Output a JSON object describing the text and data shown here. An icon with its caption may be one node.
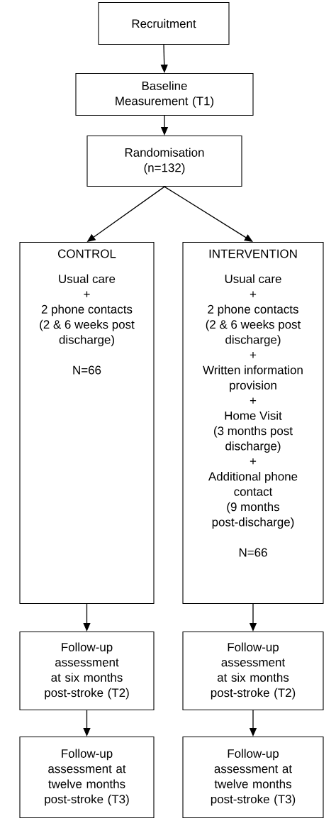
{
  "diagram": {
    "nodes": [
      {
        "text": [
          "Recruitment"
        ]
      },
      {
        "text": [
          "Baseline Measurement (T1)"
        ]
      },
      {
        "text": [
          "Randomisation (n=132)"
        ]
      },
      {
        "text": [
          "CONTROL",
          "Usual care",
          "+",
          "2 phone contacts",
          "(2 & 6 weeks post discharge)",
          "N=66"
        ]
      },
      {
        "text": [
          "INTERVENTION",
          "Usual care",
          "+",
          "2 phone contacts",
          "(2 & 6 weeks post discharge)",
          "+",
          "Written information provision",
          "+",
          "Home Visit",
          "(3 months post discharge)",
          "+",
          "Additional phone contact",
          "(9 months post-discharge)",
          "N=66"
        ]
      },
      {
        "text": [
          "Follow-up assessment at six months post-stroke (T2)"
        ]
      },
      {
        "text": [
          "Follow-up assessment at six months post-stroke (T2)"
        ]
      },
      {
        "text": [
          "Follow-up assessment at twelve months post-stroke (T3)"
        ]
      },
      {
        "text": [
          "Follow-up assessment at twelve months post-stroke (T3)"
        ]
      }
    ],
    "edges": [
      {
        "from": 0,
        "to": 1,
        "arrow": "to"
      },
      {
        "from": 1,
        "to": 2,
        "arrow": "to"
      },
      {
        "from": 2,
        "to": 3,
        "arrow": "to"
      },
      {
        "from": 2,
        "to": 4,
        "arrow": "to"
      },
      {
        "from": 3,
        "to": 5,
        "arrow": "to"
      },
      {
        "from": 4,
        "to": 6,
        "arrow": "to"
      },
      {
        "from": 5,
        "to": 7,
        "arrow": "to"
      },
      {
        "from": 6,
        "to": 8,
        "arrow": "to"
      }
    ]
  }
}
